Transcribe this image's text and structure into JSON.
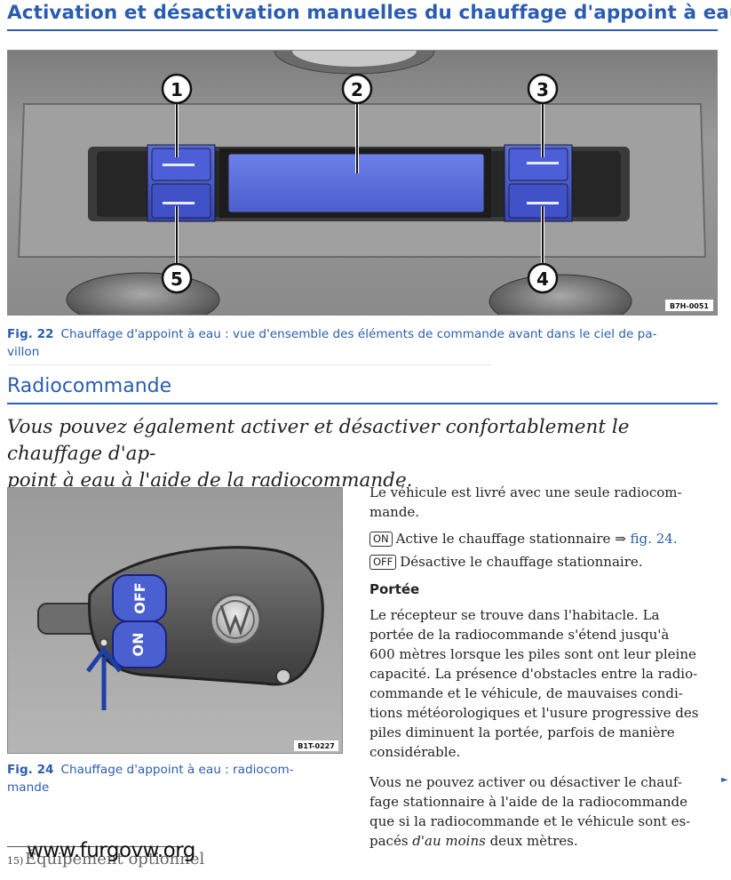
{
  "section1": {
    "title": "Activation et désactivation manuelles du chauffage d'appoint à eau"
  },
  "fig22": {
    "callouts": [
      "1",
      "2",
      "3",
      "4",
      "5"
    ],
    "code": "B7H-0051",
    "caption_label": "Fig. 22",
    "caption_text": "Chauffage d'appoint à eau : vue d'ensemble des éléments de commande avant dans le ciel de pa-villon",
    "caption_line1": "Chauffage d'appoint à eau : vue d'ensemble des éléments de commande avant dans le ciel de pa-",
    "caption_line2": "villon"
  },
  "section2": {
    "title": "Radiocommande",
    "intro_line1": "Vous pouvez également activer et désactiver confortablement le chauffage d'ap-",
    "intro_line2": "point à eau à l'aide de la radiocommande."
  },
  "fig24": {
    "btn_off": "OFF",
    "btn_on": "ON",
    "code": "B1T-0227",
    "caption_label": "Fig. 24",
    "caption_line1": "Chauffage d'appoint à eau : radiocom-",
    "caption_line2": "mande"
  },
  "right": {
    "p1_line1": "Le véhicule est livré avec une seule radiocom-",
    "p1_line2": "mande.",
    "on_key": "ON",
    "on_text": "Active le chauffage stationnaire ⇒",
    "on_link": "fig. 24.",
    "off_key": "OFF",
    "off_text": "Désactive le chauffage stationnaire.",
    "subhead": "Portée",
    "p2_lines": [
      "Le récepteur se trouve dans l'habitacle. La",
      "portée de la radiocommande s'étend jusqu'à",
      "600 mètres lorsque les piles sont ont leur pleine",
      "capacité. La présence d'obstacles entre la radio-",
      "commande et le véhicule, de mauvaises condi-",
      "tions météorologiques et l'usure progressive des",
      "piles diminuent la portée, parfois de manière",
      "considérable."
    ],
    "p3_lines": [
      "Vous ne pouvez activer ou désactiver le chauf-",
      "fage stationnaire à l'aide de la radiocommande",
      "que si la radiocommande et le véhicule sont es-"
    ],
    "p3_last_pre": "pacés ",
    "p3_last_em": "d'au moins",
    "p3_last_post": " deux mètres.",
    "continue_mark": "►"
  },
  "footer": {
    "page": "15)",
    "text": "Équipement optionnel",
    "watermark": "www.furgovw.org"
  },
  "colors": {
    "accent": "#2a5db0",
    "button_blue": "#4a5fd0"
  }
}
